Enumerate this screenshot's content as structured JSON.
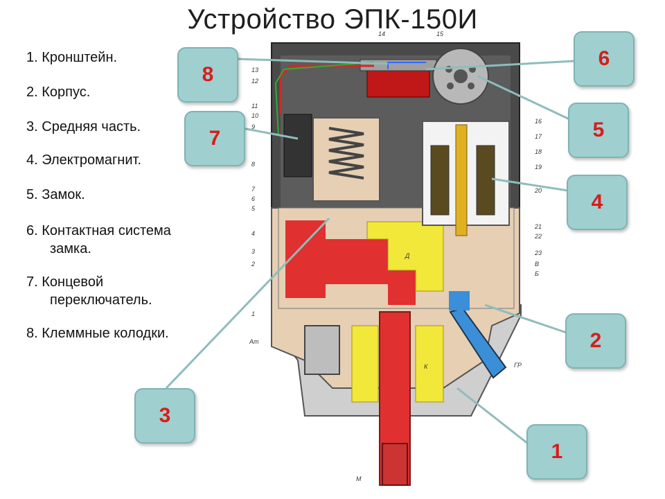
{
  "title": "Устройство ЭПК-150И",
  "legend": [
    {
      "num": "1.",
      "text": "Кронштейн.",
      "cont": ""
    },
    {
      "num": "2.",
      "text": "Корпус.",
      "cont": ""
    },
    {
      "num": "3.",
      "text": "Средняя часть.",
      "cont": ""
    },
    {
      "num": "4.",
      "text": "Электромагнит.",
      "cont": ""
    },
    {
      "num": "5.",
      "text": "Замок.",
      "cont": ""
    },
    {
      "num": "6.",
      "text": "Контактная система",
      "cont": "замка."
    },
    {
      "num": "7.",
      "text": "Концевой",
      "cont": "переключатель."
    },
    {
      "num": "8.",
      "text": "Клеммные колодки.",
      "cont": ""
    }
  ],
  "callouts": [
    "8",
    "7",
    "6",
    "5",
    "4",
    "2",
    "3",
    "1"
  ],
  "small_labels": {
    "left": [
      "13",
      "12",
      "11",
      "10",
      "9",
      "8",
      "7",
      "6",
      "5",
      "4",
      "3",
      "2",
      "1",
      "Ат"
    ],
    "right": [
      "16",
      "17",
      "18",
      "19",
      "20",
      "21",
      "22",
      "23",
      "В",
      "Б",
      "ГР"
    ],
    "top": [
      "14",
      "15"
    ],
    "bottom": "М",
    "inner": [
      "Д",
      "К"
    ]
  },
  "colors": {
    "callout_fill": "#9fcfcf",
    "callout_text": "#d81c1c",
    "body": "#e6cfb3",
    "red_channel": "#e03030",
    "yellow_channel": "#f2e83a",
    "blue_channel": "#3a8fd8",
    "dark_housing": "#4a4a4a"
  }
}
